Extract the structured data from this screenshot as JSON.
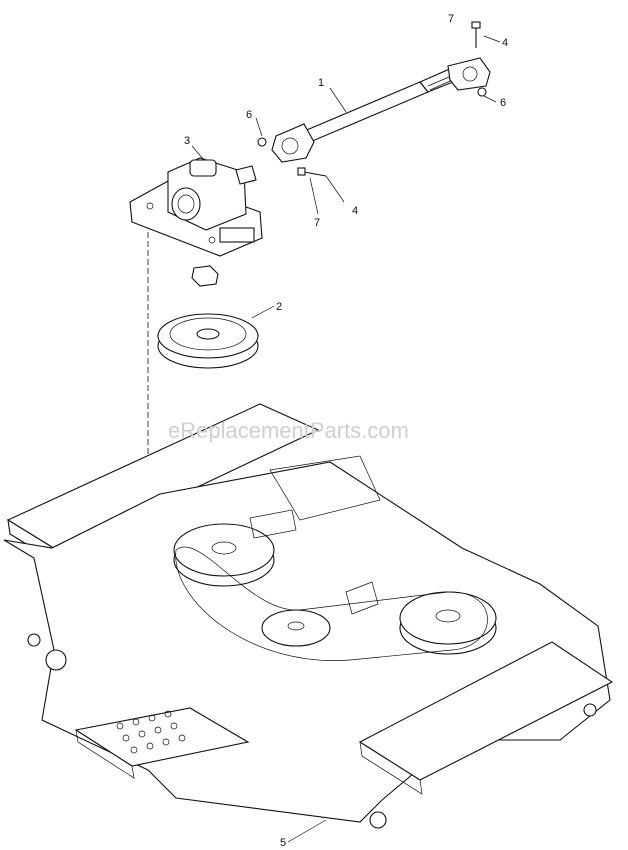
{
  "watermark": "eReplacementParts.com",
  "callouts": {
    "c1": "1",
    "c2": "2",
    "c3": "3",
    "c4a": "4",
    "c4b": "4",
    "c5": "5",
    "c6a": "6",
    "c6b": "6",
    "c7a": "7",
    "c7b": "7"
  }
}
